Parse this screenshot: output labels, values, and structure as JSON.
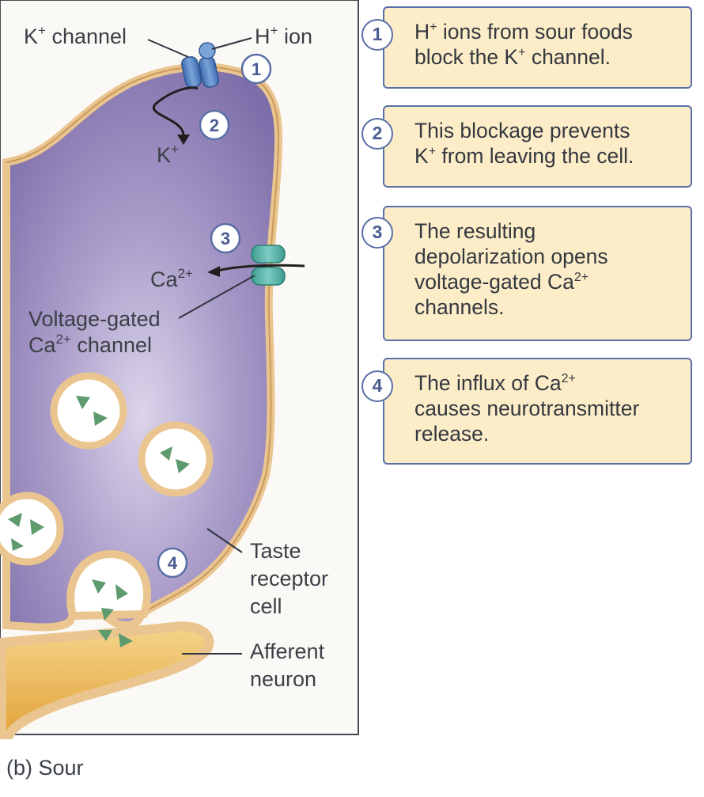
{
  "figure": {
    "labels": {
      "k_channel": "K",
      "k_channel_sup": "+",
      "k_channel_rest": " channel",
      "h_ion": "H",
      "h_ion_sup": "+",
      "h_ion_rest": " ion",
      "k_ion": "K",
      "k_ion_sup": "+",
      "ca_ion": "Ca",
      "ca_ion_sup": "2+",
      "ca_channel_line1": "Voltage-gated",
      "ca_channel_line2_a": "Ca",
      "ca_channel_line2_sup": "2+",
      "ca_channel_line2_b": " channel",
      "taste_cell_line1": "Taste",
      "taste_cell_line2": "receptor",
      "taste_cell_line3": "cell",
      "afferent_line1": "Afferent",
      "afferent_line2": "neuron"
    },
    "markers": [
      "1",
      "2",
      "3",
      "4"
    ]
  },
  "steps": [
    {
      "num": "1",
      "text_a": "H",
      "sup_a": "+",
      "text_b": " ions from sour foods",
      "text_c": "block the K",
      "sup_c": "+",
      "text_d": " channel."
    },
    {
      "num": "2",
      "text_a": "This blockage prevents",
      "text_b": "K",
      "sup_b": "+",
      "text_c": " from leaving the cell."
    },
    {
      "num": "3",
      "line1": "The resulting",
      "line2": "depolarization opens",
      "line3_a": "voltage-gated Ca",
      "line3_sup": "2+",
      "line4": "channels."
    },
    {
      "num": "4",
      "line1_a": "The influx of Ca",
      "line1_sup": "2+",
      "line2": "causes neurotransmitter",
      "line3": "release."
    }
  ],
  "caption": {
    "prefix": "(b)",
    "text": "Sour"
  },
  "colors": {
    "cell_fill": "#8f81b6",
    "membrane": "#ebc58f",
    "box_fill": "#fcedc8",
    "box_border": "#5a6fa8",
    "k_channel": "#4f7fc0",
    "ca_channel": "#4fb0a4",
    "vesicle_content": "#5d9a6e",
    "neuron": "#e6a93c"
  }
}
